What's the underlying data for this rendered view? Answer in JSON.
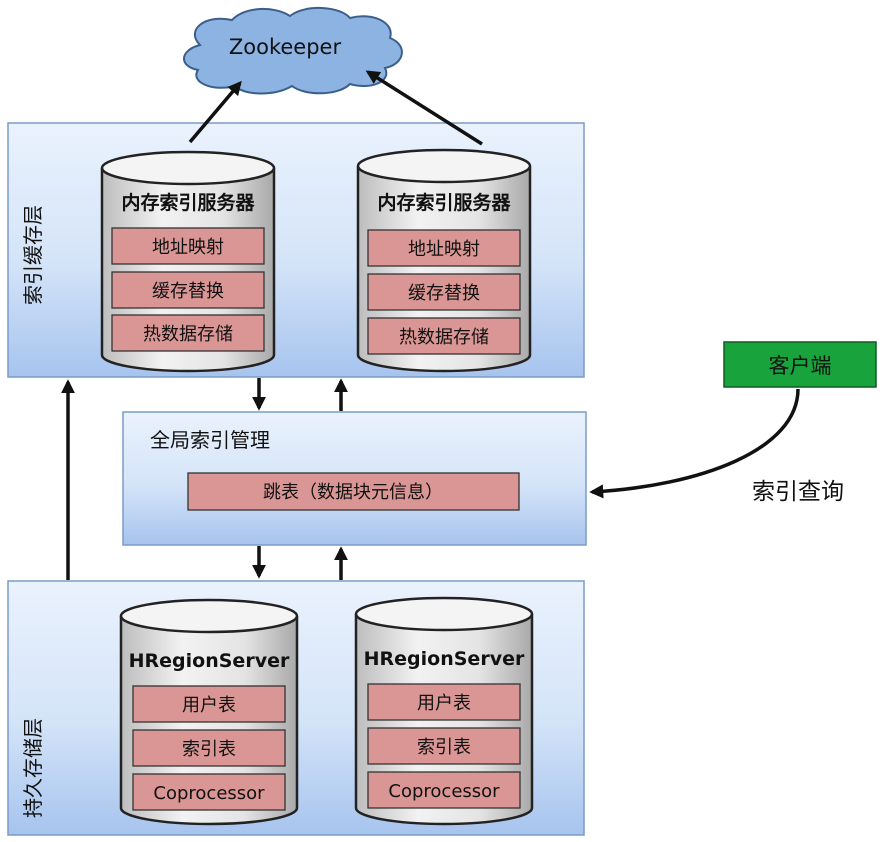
{
  "zookeeper": {
    "label": "Zookeeper"
  },
  "cache_layer": {
    "label": "索引缓存层",
    "servers": [
      {
        "title": "内存索引服务器",
        "items": [
          "地址映射",
          "缓存替换",
          "热数据存储"
        ]
      },
      {
        "title": "内存索引服务器",
        "items": [
          "地址映射",
          "缓存替换",
          "热数据存储"
        ]
      }
    ]
  },
  "global_index": {
    "title": "全局索引管理",
    "skiplist": "跳表（数据块元信息）"
  },
  "client": {
    "label": "客户端"
  },
  "query_label": "索引查询",
  "storage_layer": {
    "label": "持久存储层",
    "servers": [
      {
        "title": "HRegionServer",
        "items": [
          "用户表",
          "索引表",
          "Coprocessor"
        ]
      },
      {
        "title": "HRegionServer",
        "items": [
          "用户表",
          "索引表",
          "Coprocessor"
        ]
      }
    ]
  },
  "colors": {
    "layer_fill_top": "#e8f1fc",
    "layer_fill_bottom": "#a9c6ee",
    "cloud": "#8db3e2",
    "cell": "#d99694",
    "client": "#19a33c"
  }
}
